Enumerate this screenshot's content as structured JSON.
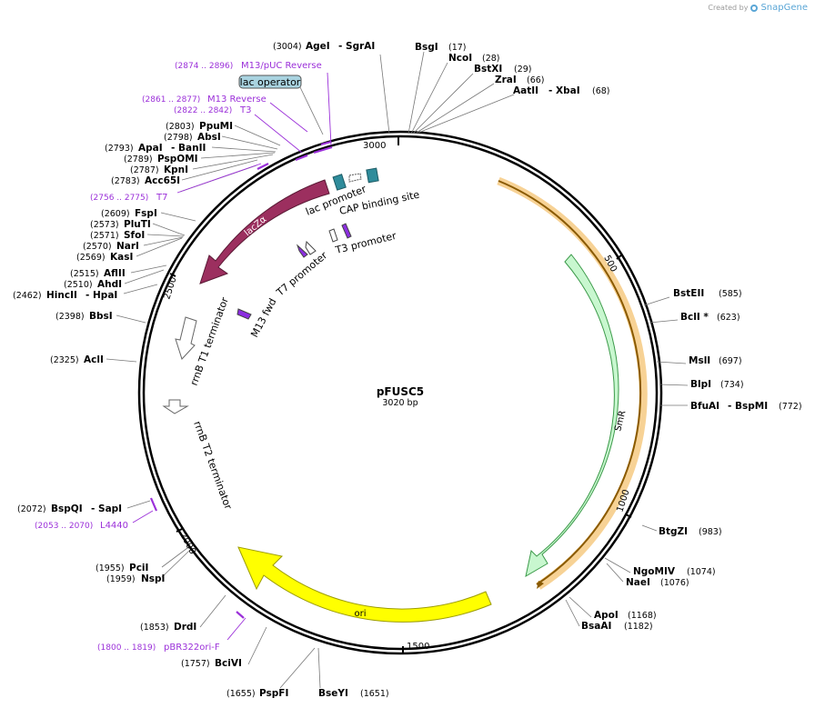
{
  "credit": {
    "prefix": "Created by",
    "brand": "SnapGene"
  },
  "plasmid": {
    "name": "pFUSC5",
    "length_label": "3020 bp"
  },
  "ticks": [
    "3000",
    "500",
    "1000",
    "1500",
    "2000",
    "2500"
  ],
  "enzymes": [
    {
      "pos": "(3004)",
      "name": "AgeI",
      "extra": "-  SgrAI"
    },
    {
      "pos": "(17)",
      "name": "BsgI"
    },
    {
      "pos": "(28)",
      "name": "NcoI"
    },
    {
      "pos": "(29)",
      "name": "BstXI"
    },
    {
      "pos": "(66)",
      "name": "ZraI"
    },
    {
      "pos": "(68)",
      "name": "AatII",
      "extra": "-  XbaI"
    },
    {
      "pos": "(585)",
      "name": "BstEII"
    },
    {
      "pos": "(623)",
      "name": "BclI *"
    },
    {
      "pos": "(697)",
      "name": "MslI"
    },
    {
      "pos": "(734)",
      "name": "BlpI"
    },
    {
      "pos": "(772)",
      "name": "BfuAI",
      "extra": "-  BspMI"
    },
    {
      "pos": "(983)",
      "name": "BtgZI"
    },
    {
      "pos": "(1074)",
      "name": "NgoMIV"
    },
    {
      "pos": "(1076)",
      "name": "NaeI"
    },
    {
      "pos": "(1168)",
      "name": "ApoI"
    },
    {
      "pos": "(1182)",
      "name": "BsaAI"
    },
    {
      "pos": "(1651)",
      "name": "BseYI"
    },
    {
      "pos": "(1655)",
      "name": "PspFI"
    },
    {
      "pos": "(1757)",
      "name": "BciVI"
    },
    {
      "pos": "(1853)",
      "name": "DrdI"
    },
    {
      "pos": "(1955)",
      "name": "PciI"
    },
    {
      "pos": "(1959)",
      "name": "NspI"
    },
    {
      "pos": "(2072)",
      "name": "BspQI",
      "extra": "-  SapI"
    },
    {
      "pos": "(2325)",
      "name": "AclI"
    },
    {
      "pos": "(2398)",
      "name": "BbsI"
    },
    {
      "pos": "(2462)",
      "name": "HincII",
      "extra": "-  HpaI"
    },
    {
      "pos": "(2510)",
      "name": "AhdI"
    },
    {
      "pos": "(2515)",
      "name": "AflII"
    },
    {
      "pos": "(2569)",
      "name": "KasI"
    },
    {
      "pos": "(2570)",
      "name": "NarI"
    },
    {
      "pos": "(2571)",
      "name": "SfoI"
    },
    {
      "pos": "(2573)",
      "name": "PluTI"
    },
    {
      "pos": "(2609)",
      "name": "FspI"
    },
    {
      "pos": "(2783)",
      "name": "Acc65I"
    },
    {
      "pos": "(2787)",
      "name": "KpnI"
    },
    {
      "pos": "(2789)",
      "name": "PspOMI"
    },
    {
      "pos": "(2793)",
      "name": "ApaI",
      "extra": "-  BanII"
    },
    {
      "pos": "(2798)",
      "name": "AbsI"
    },
    {
      "pos": "(2803)",
      "name": "PpuMI"
    }
  ],
  "primers": [
    {
      "range": "(2874 .. 2896)",
      "name": "M13/pUC Reverse"
    },
    {
      "range": "(2861 .. 2877)",
      "name": "M13 Reverse"
    },
    {
      "range": "(2822 .. 2842)",
      "name": "T3"
    },
    {
      "range": "(2756 .. 2775)",
      "name": "T7"
    },
    {
      "range": "(2053 .. 2070)",
      "name": "L4440"
    },
    {
      "range": "(1800 .. 1819)",
      "name": "pBR322ori-F"
    }
  ],
  "features": {
    "lac_operator": "lac operator",
    "lac_promoter": "lac promoter",
    "cap_site": "CAP binding site",
    "t3_promoter": "T3 promoter",
    "t7_promoter": "T7 promoter",
    "m13_fwd": "M13 fwd",
    "lacza": "lacZα",
    "rrnb_t1": "rrnB T1 terminator",
    "rrnb_t2": "rrnB T2 terminator",
    "smr": "SmR",
    "ori": "ori"
  },
  "colors": {
    "lacza": "#9c2f5f",
    "smr": "#c8f7cf",
    "ori": "#ffff00",
    "orange_band": "#f5a623",
    "primer": "#9b30d9",
    "operator_fill": "#a9d3e0",
    "promoter_box": "#2f8c9b"
  }
}
